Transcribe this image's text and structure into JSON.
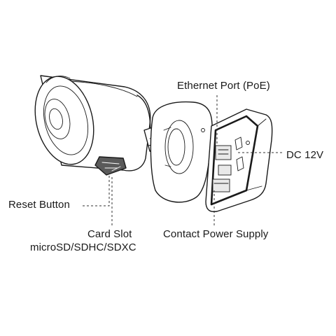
{
  "diagram": {
    "subject": "bullet-camera-exploded-view",
    "labels": {
      "ethernet_port": "Ethernet Port (PoE)",
      "dc_power": "DC 12V",
      "reset_button": "Reset Button",
      "card_slot": "Card Slot",
      "card_types": "microSD/SDHC/SDXC",
      "contact_power": "Contact Power Supply"
    },
    "colors": {
      "line": "#1a1a1a",
      "background": "#ffffff"
    }
  }
}
